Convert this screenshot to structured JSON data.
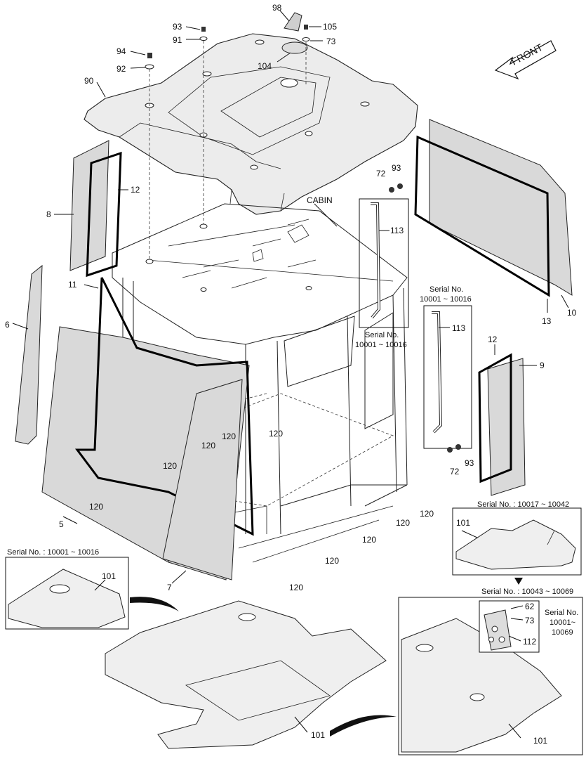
{
  "front_arrow": {
    "text": "FRONT"
  },
  "cabin_label": "CABIN",
  "serial_notes": {
    "handrail_left": [
      "Serial No.",
      "10001 ~ 10016"
    ],
    "handrail_right": [
      "Serial No.",
      "10001 ~ 10016"
    ],
    "inset_top_right": "Serial No. : 10017 ~ 10042",
    "inset_left": "Serial No. : 10001 ~ 10016",
    "inset_bottom_right": "Serial No. : 10043 ~ 10069",
    "bracket_note": [
      "Serial No.",
      "10001~",
      "10069"
    ]
  },
  "part_labels": {
    "p98": "98",
    "p93a": "93",
    "p91": "91",
    "p105": "105",
    "p73a": "73",
    "p94": "94",
    "p92": "92",
    "p104": "104",
    "p90": "90",
    "p12a": "12",
    "p8": "8",
    "p72a": "72",
    "p93b": "93",
    "p113a": "113",
    "p11": "11",
    "p6": "6",
    "p10": "10",
    "p13": "13",
    "p113b": "113",
    "p12b": "12",
    "p9": "9",
    "p120a": "120",
    "p120b": "120",
    "p120c": "120",
    "p120d": "120",
    "p120e": "120",
    "p120f": "120",
    "p120g": "120",
    "p120h": "120",
    "p120i": "120",
    "p120j": "120",
    "p93c": "93",
    "p72b": "72",
    "p5": "5",
    "p7": "7",
    "p101a": "101",
    "p101b": "101",
    "p101c": "101",
    "p101d": "101",
    "p62": "62",
    "p73b": "73",
    "p112": "112"
  }
}
